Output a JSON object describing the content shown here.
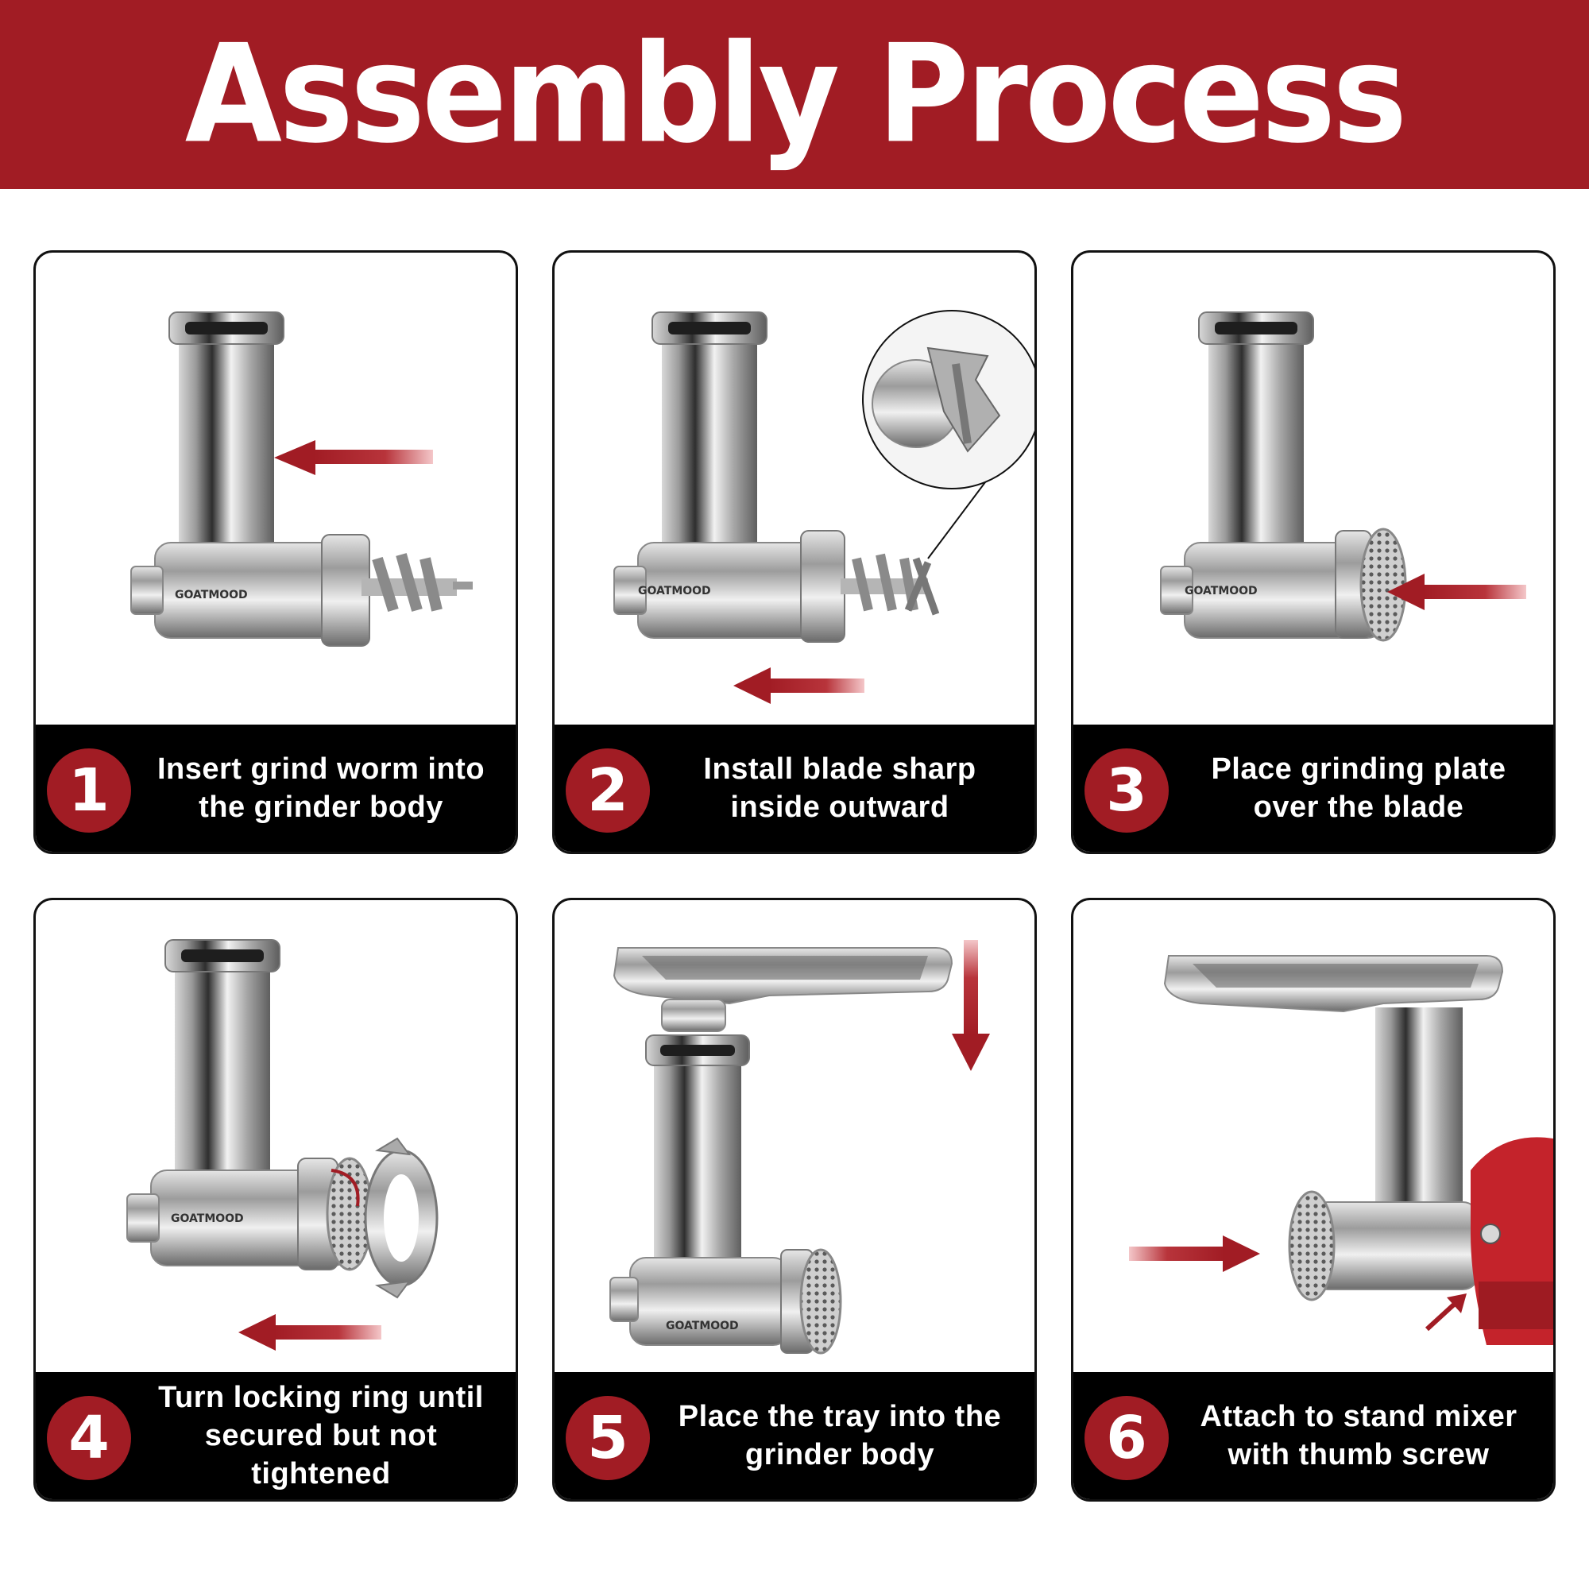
{
  "banner": {
    "title": "Assembly Process"
  },
  "brand_text": "GOATMOOD",
  "colors": {
    "accent": "#a11c24",
    "caption_bg": "#000000",
    "text": "#ffffff"
  },
  "steps": [
    {
      "number": "1",
      "line1": "Insert grind worm into",
      "line2": "the grinder body"
    },
    {
      "number": "2",
      "line1": "Install blade sharp",
      "line2": "inside outward"
    },
    {
      "number": "3",
      "line1": "Place grinding plate",
      "line2": "over the blade"
    },
    {
      "number": "4",
      "line1": "Turn locking ring until",
      "line2": "secured but not tightened"
    },
    {
      "number": "5",
      "line1": "Place the tray into the",
      "line2": "grinder body"
    },
    {
      "number": "6",
      "line1": "Attach to stand mixer",
      "line2": "with thumb screw"
    }
  ]
}
